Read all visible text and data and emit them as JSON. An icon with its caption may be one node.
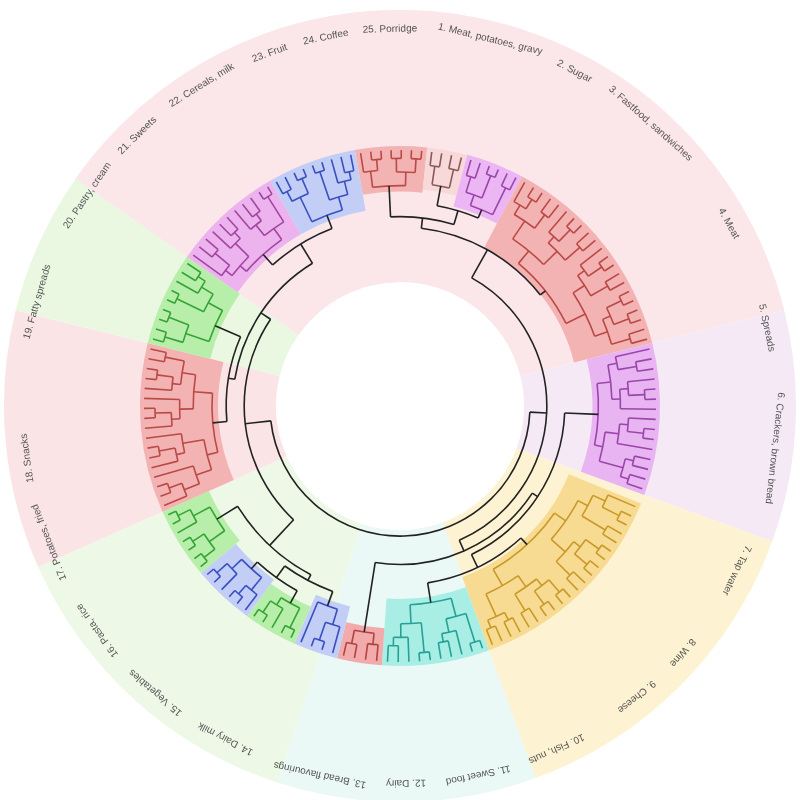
{
  "diagram": {
    "labels": [
      "1. Meat, potatoes, gravy",
      "2. Sugar",
      "3. Fastfood, sandwiches",
      "4. Meat",
      "5. Spreads",
      "6. Crackers, brown bread",
      "7. Tap water",
      "8. Wine",
      "9. Cheese",
      "10. Fish, nuts",
      "11. Sweet food",
      "12. Dairy",
      "13. Bread flavourings",
      "14. Dairy milk",
      "15. Vegetables",
      "16. Pasta, rice",
      "17. Potatoes, fried",
      "18. Snacks",
      "19. Fatty spreads",
      "20. Pastry, cream",
      "21. Sweets",
      "22. Cereals, milk",
      "23. Fruit",
      "24. Coffee",
      "25. Porridge"
    ]
  }
}
